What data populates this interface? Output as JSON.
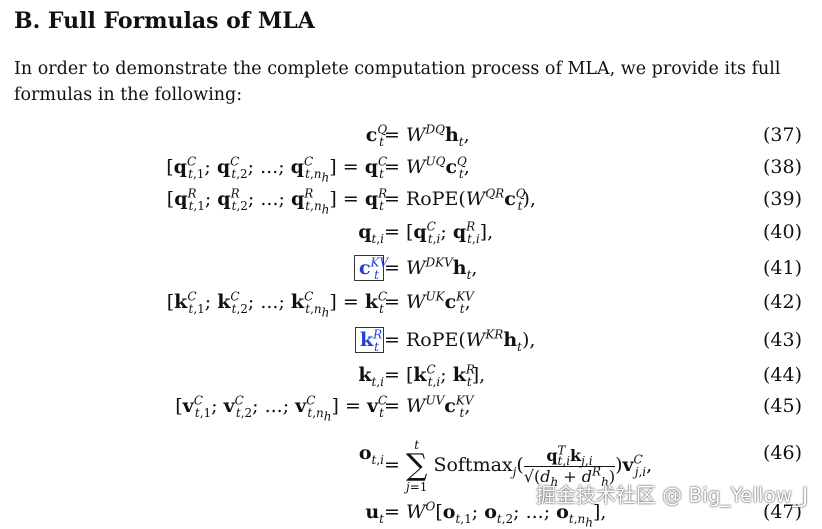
{
  "section": {
    "title": "B.  Full Formulas of MLA",
    "intro": "In order to demonstrate the complete computation process of MLA, we provide its full formulas in the following:"
  },
  "equations": [
    {
      "number": "(37)"
    },
    {
      "number": "(38)"
    },
    {
      "number": "(39)"
    },
    {
      "number": "(40)"
    },
    {
      "number": "(41)"
    },
    {
      "number": "(42)"
    },
    {
      "number": "(43)"
    },
    {
      "number": "(44)"
    },
    {
      "number": "(45)"
    },
    {
      "number": "(46)"
    },
    {
      "number": "(47)"
    }
  ],
  "watermark": "掘金技术社区 @ Big_Yellow_J"
}
